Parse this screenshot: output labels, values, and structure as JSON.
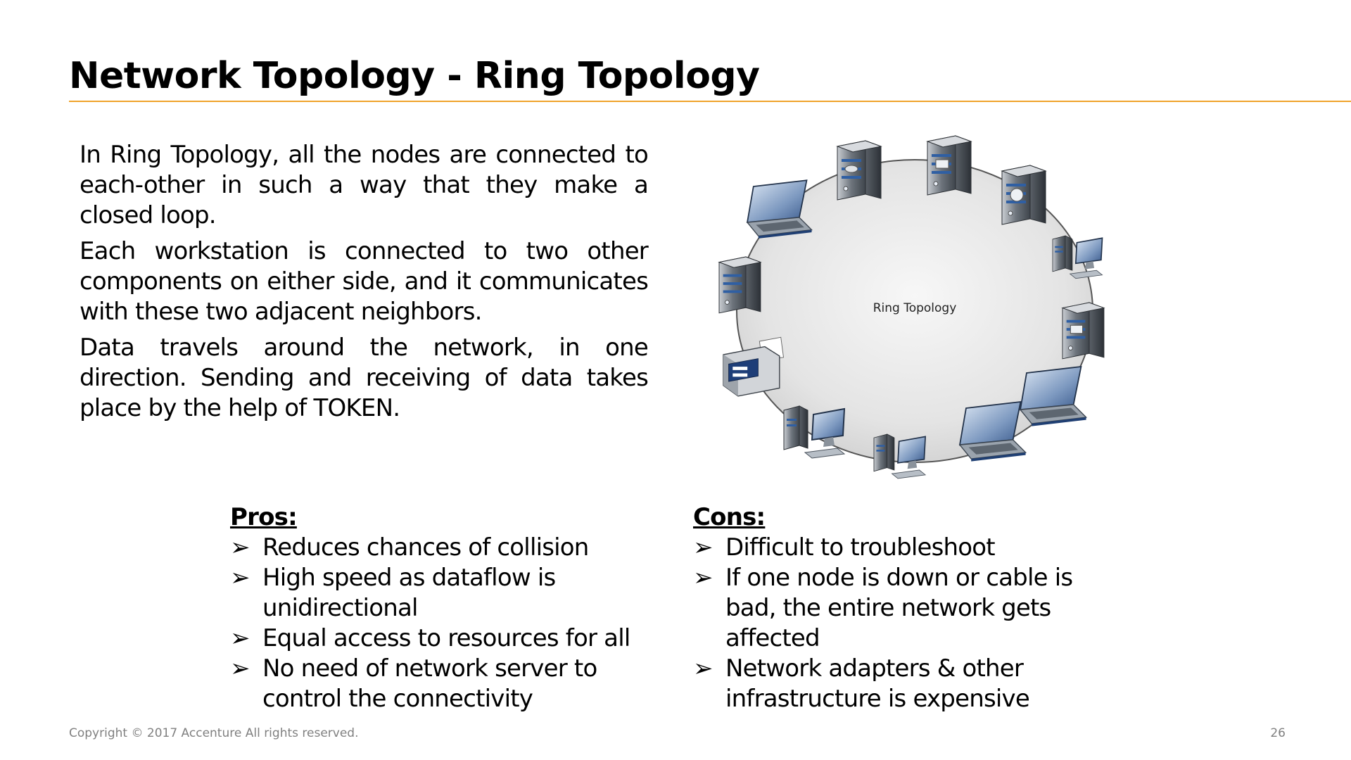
{
  "slide": {
    "title": "Network Topology - Ring Topology",
    "accent_color": "#f0a32a"
  },
  "intro": {
    "paragraphs": [
      "In Ring Topology, all the nodes are connected to each-other in such a way that they make a closed loop.",
      "Each workstation is connected to two other components on either side, and it communicates with these two adjacent neighbors.",
      "Data travels around the network, in one direction. Sending and receiving of data takes place by the help of TOKEN."
    ]
  },
  "diagram": {
    "label": "Ring Topology",
    "nodes": [
      "server-disk-icon",
      "server-mail-icon",
      "server-globe-icon",
      "desktop-workstation-icon",
      "server-mail-icon",
      "laptop-icon",
      "laptop-icon",
      "desktop-workstation-icon",
      "desktop-workstation-icon",
      "printer-icon",
      "server-tower-icon",
      "laptop-icon"
    ]
  },
  "pros": {
    "heading": "Pros:",
    "bullet_icon": "arrow-bullet-icon",
    "items": [
      "Reduces chances of collision",
      "High speed as dataflow is unidirectional",
      "Equal access to resources for all",
      "No need of network server to control the connectivity"
    ]
  },
  "cons": {
    "heading": "Cons:",
    "bullet_icon": "arrow-bullet-icon",
    "items": [
      "Difficult to troubleshoot",
      "If one node is down or cable is bad, the entire network gets affected",
      "Network adapters & other infrastructure is expensive"
    ]
  },
  "footer": {
    "copyright": "Copyright © 2017 Accenture  All rights reserved.",
    "page_number": "26"
  }
}
